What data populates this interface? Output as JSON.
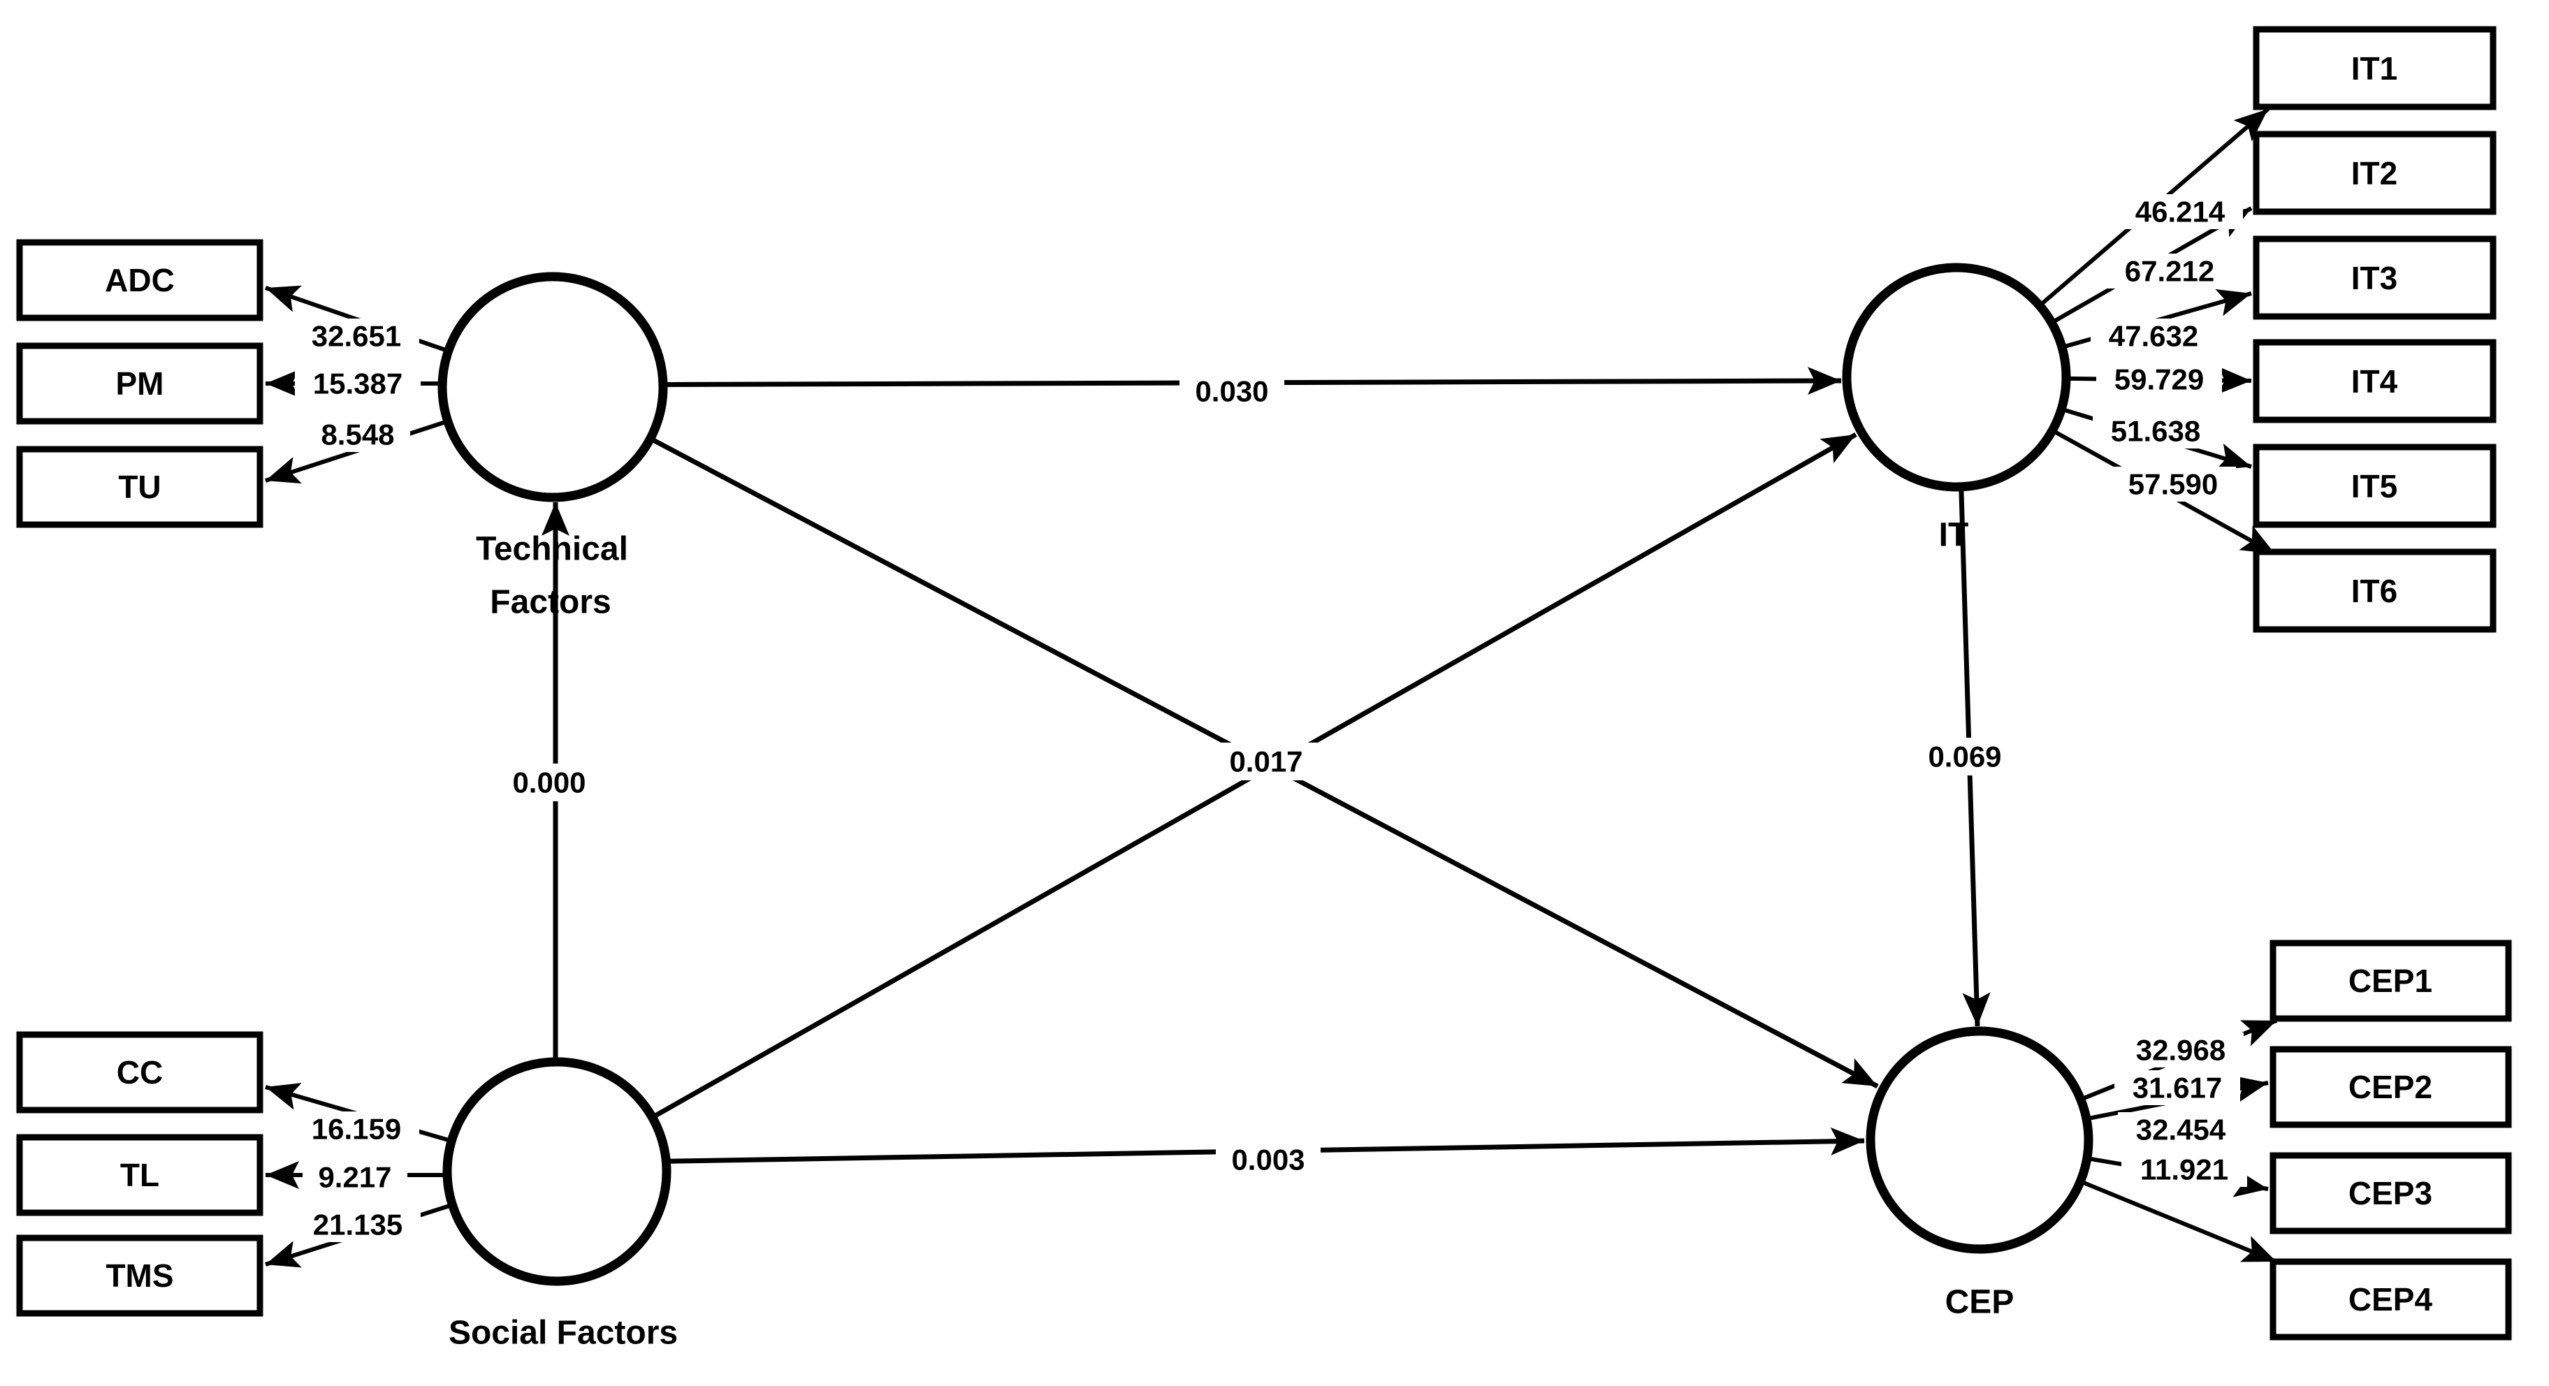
{
  "figure": {
    "type": "sem-path-diagram",
    "background": "#ffffff",
    "ink": "#000000",
    "constructs": {
      "technical": {
        "label_line1": "Technical",
        "label_line2": "Factors"
      },
      "social": {
        "label": "Social Factors"
      },
      "it": {
        "label": "IT"
      },
      "cep": {
        "label": "CEP"
      }
    },
    "indicators": {
      "technical": [
        {
          "name": "ADC",
          "t_value": "32.651"
        },
        {
          "name": "PM",
          "t_value": "15.387"
        },
        {
          "name": "TU",
          "t_value": "8.548"
        }
      ],
      "social": [
        {
          "name": "CC",
          "t_value": "16.159"
        },
        {
          "name": "TL",
          "t_value": "9.217"
        },
        {
          "name": "TMS",
          "t_value": "21.135"
        }
      ],
      "it": [
        {
          "name": "IT1",
          "t_value": "46.214"
        },
        {
          "name": "IT2",
          "t_value": "67.212"
        },
        {
          "name": "IT3",
          "t_value": "47.632"
        },
        {
          "name": "IT4",
          "t_value": "59.729"
        },
        {
          "name": "IT5",
          "t_value": "51.638"
        },
        {
          "name": "IT6",
          "t_value": "57.590"
        }
      ],
      "cep": [
        {
          "name": "CEP1",
          "t_value": "32.968"
        },
        {
          "name": "CEP2",
          "t_value": "31.617"
        },
        {
          "name": "CEP3",
          "t_value": "32.454"
        },
        {
          "name": "CEP4",
          "t_value": "11.921"
        }
      ]
    },
    "paths": {
      "technical_to_it": {
        "from": "Technical Factors",
        "to": "IT",
        "coefficient": "0.030"
      },
      "social_to_technical": {
        "from": "Social Factors",
        "to": "Technical Factors",
        "coefficient": "0.000"
      },
      "social_to_cep": {
        "from": "Social Factors",
        "to": "CEP",
        "coefficient": "0.003"
      },
      "it_to_cep": {
        "from": "IT",
        "to": "CEP",
        "coefficient": "0.069"
      },
      "diagonal_crossing": {
        "paths": "Technical Factors→CEP, Social Factors→IT",
        "coefficient": "0.017"
      }
    }
  }
}
